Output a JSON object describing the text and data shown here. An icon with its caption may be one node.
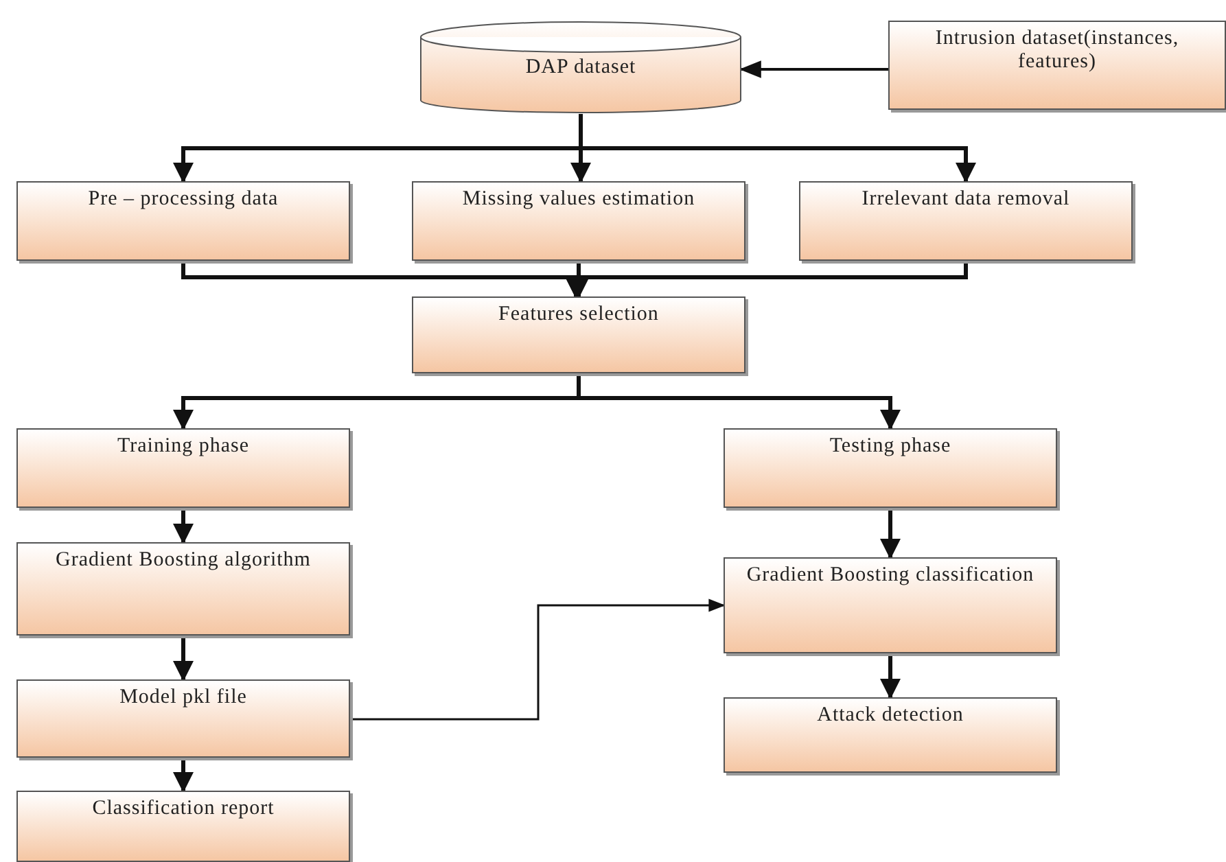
{
  "diagram": {
    "nodes": [
      {
        "text": [
          "DAP dataset"
        ]
      },
      {
        "text": [
          "Intrusion dataset(instances, features)"
        ]
      },
      {
        "text": [
          "Pre – processing data"
        ]
      },
      {
        "text": [
          "Missing values estimation"
        ]
      },
      {
        "text": [
          "Irrelevant data removal"
        ]
      },
      {
        "text": [
          "Features selection"
        ]
      },
      {
        "text": [
          "Training phase"
        ]
      },
      {
        "text": [
          "Testing phase"
        ]
      },
      {
        "text": [
          "Gradient Boosting algorithm"
        ]
      },
      {
        "text": [
          "Gradient Boosting classification"
        ]
      },
      {
        "text": [
          "Model pkl file"
        ]
      },
      {
        "text": [
          "Attack detection"
        ]
      },
      {
        "text": [
          "Classification report"
        ]
      }
    ],
    "edges": [
      {
        "from": 1,
        "to": 0,
        "arrow": "to"
      },
      {
        "from": 0,
        "to": 2,
        "arrow": "to"
      },
      {
        "from": 0,
        "to": 3,
        "arrow": "to"
      },
      {
        "from": 0,
        "to": 4,
        "arrow": "to"
      },
      {
        "from": 2,
        "to": 5,
        "arrow": "to"
      },
      {
        "from": 3,
        "to": 5,
        "arrow": "to"
      },
      {
        "from": 4,
        "to": 5,
        "arrow": "to"
      },
      {
        "from": 5,
        "to": 6,
        "arrow": "to"
      },
      {
        "from": 5,
        "to": 7,
        "arrow": "to"
      },
      {
        "from": 6,
        "to": 8,
        "arrow": "to"
      },
      {
        "from": 8,
        "to": 10,
        "arrow": "to"
      },
      {
        "from": 10,
        "to": 12,
        "arrow": "to"
      },
      {
        "from": 10,
        "to": 9,
        "arrow": "to"
      },
      {
        "from": 7,
        "to": 9,
        "arrow": "to"
      },
      {
        "from": 9,
        "to": 11,
        "arrow": "to"
      }
    ]
  }
}
